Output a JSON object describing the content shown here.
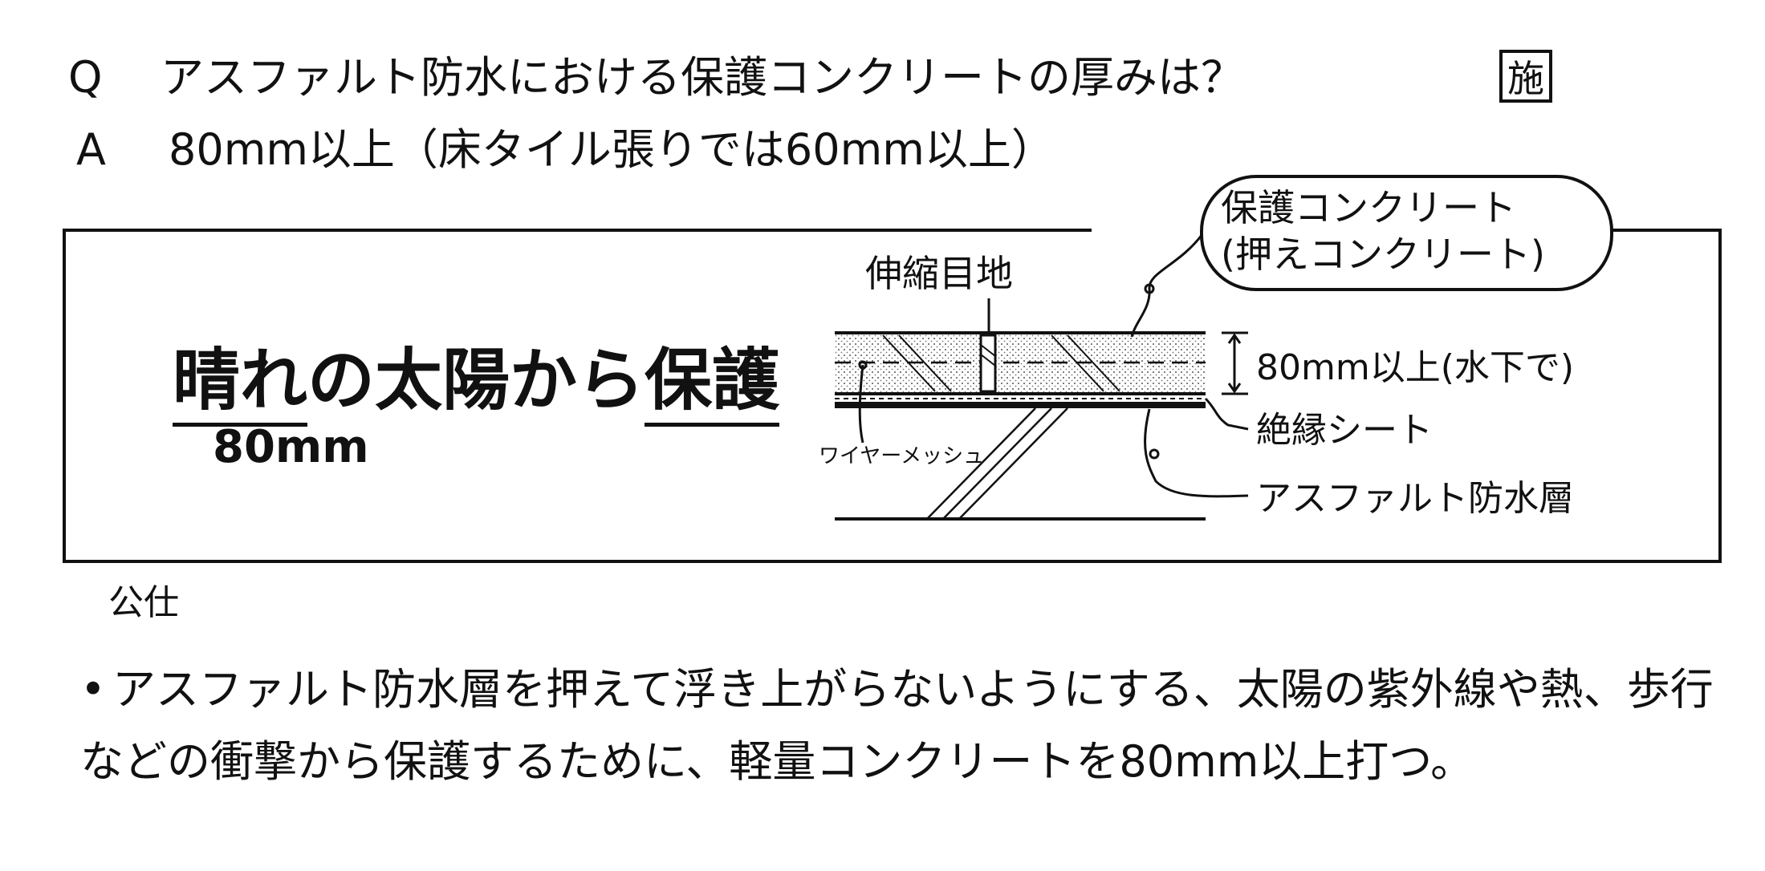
{
  "question": {
    "label": "Q",
    "text": "アスファルト防水における保護コンクリートの厚みは？"
  },
  "stamp": "施",
  "answer": {
    "label": "A",
    "text": "80mm以上（床タイル張りでは60mm以上）"
  },
  "diagram": {
    "callout_line1": "保護コンクリート",
    "callout_line2": "(押えコンクリート)",
    "mnemonic": {
      "part1": "晴れ",
      "part2": "の太陽から",
      "part3": "保護"
    },
    "mnemonic_sub": "80mm",
    "labels": {
      "expansion_joint": "伸縮目地",
      "wire_mesh": "ワイヤーメッシュ",
      "thickness": "80mm以上(水下で)",
      "insulation_sheet": "絶縁シート",
      "asphalt_layer": "アスファルト防水層"
    }
  },
  "source": "公仕",
  "note": {
    "bullet": "•",
    "text": "アスファルト防水層を押えて浮き上がらないようにする、太陽の紫外線や熱、歩行などの衝撃から保護するために、軽量コンクリートを80mm以上打つ。"
  }
}
